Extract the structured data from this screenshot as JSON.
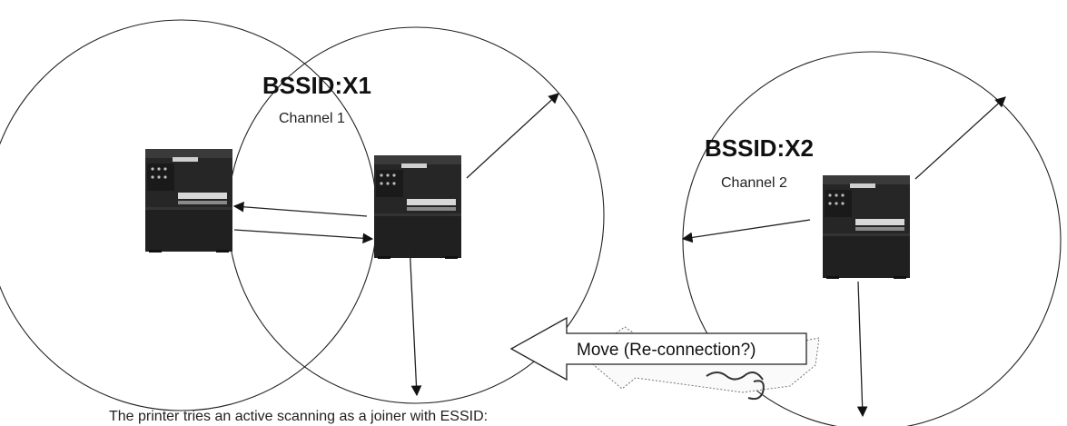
{
  "cells": [
    {
      "bssid": "BSSID:X1",
      "channel": "Channel 1"
    },
    {
      "bssid": "BSSID:X2",
      "channel": "Channel 2"
    }
  ],
  "move_label": "Move (Re-connection?)",
  "caption": "The printer tries an active scanning as a joiner with ESSID:",
  "icons": {
    "printer": "printer-icon",
    "move_arrow": "left-block-arrow-icon",
    "stamp": "rough-sketch-arrow-icon"
  }
}
